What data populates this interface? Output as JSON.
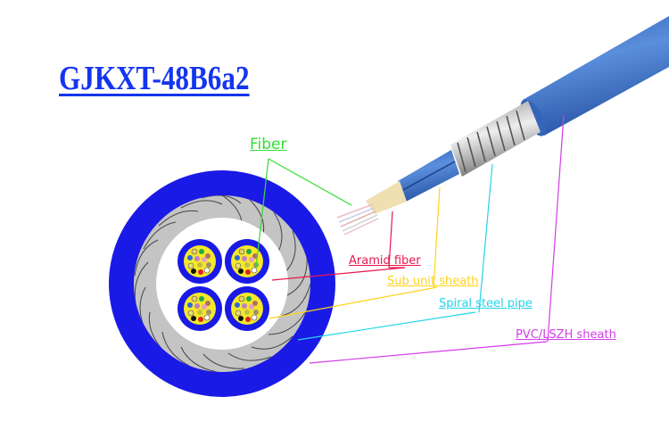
{
  "diagram": {
    "title": "GJKXT-48B6a2",
    "colors": {
      "title": "#1435ee",
      "outer_sheath": "#1a1ae6",
      "cable_blue": "#3f74c8",
      "steel": "#b8b8b8",
      "fiber_label": "#33dd33",
      "aramid_label": "#e8174e",
      "sub_unit_label": "#ffd21a",
      "steel_label": "#22d4ea",
      "sheath_label": "#d43ce8"
    },
    "labels": {
      "fiber": "Fiber",
      "aramid": "Aramid fiber",
      "sub_unit": "Sub unit sheath",
      "steel_pipe": "Spiral steel pipe",
      "sheath": "PVC/LSZH sheath"
    },
    "cross_section": {
      "sub_units": 4,
      "fibers_per_unit": 12
    }
  }
}
